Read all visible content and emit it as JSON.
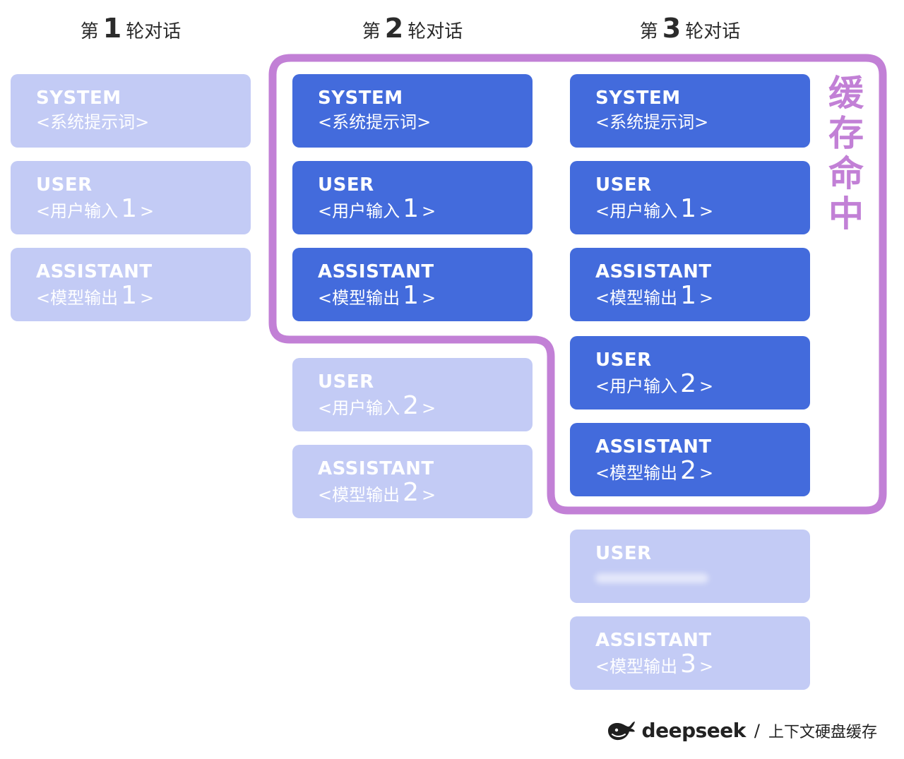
{
  "rounds": [
    {
      "prefix": "第",
      "number": "1",
      "suffix": "轮对话"
    },
    {
      "prefix": "第",
      "number": "2",
      "suffix": "轮对话"
    },
    {
      "prefix": "第",
      "number": "3",
      "suffix": "轮对话"
    }
  ],
  "columns": [
    {
      "cards": [
        {
          "role": "SYSTEM",
          "pre": "<系统提示词>",
          "num": "",
          "post": "",
          "style": "light"
        },
        {
          "role": "USER",
          "pre": "<用户输入",
          "num": "1",
          "post": ">",
          "style": "light"
        },
        {
          "role": "ASSISTANT",
          "pre": "<模型输出",
          "num": "1",
          "post": ">",
          "style": "light"
        }
      ]
    },
    {
      "cards": [
        {
          "role": "SYSTEM",
          "pre": "<系统提示词>",
          "num": "",
          "post": "",
          "style": "dark"
        },
        {
          "role": "USER",
          "pre": "<用户输入",
          "num": "1",
          "post": ">",
          "style": "dark"
        },
        {
          "role": "ASSISTANT",
          "pre": "<模型输出",
          "num": "1",
          "post": ">",
          "style": "dark"
        },
        {
          "role": "USER",
          "pre": "<用户输入",
          "num": "2",
          "post": ">",
          "style": "light"
        },
        {
          "role": "ASSISTANT",
          "pre": "<模型输出",
          "num": "2",
          "post": ">",
          "style": "light"
        }
      ]
    },
    {
      "cards": [
        {
          "role": "SYSTEM",
          "pre": "<系统提示词>",
          "num": "",
          "post": "",
          "style": "dark"
        },
        {
          "role": "USER",
          "pre": "<用户输入",
          "num": "1",
          "post": ">",
          "style": "dark"
        },
        {
          "role": "ASSISTANT",
          "pre": "<模型输出",
          "num": "1",
          "post": ">",
          "style": "dark"
        },
        {
          "role": "USER",
          "pre": "<用户输入",
          "num": "2",
          "post": ">",
          "style": "dark"
        },
        {
          "role": "ASSISTANT",
          "pre": "<模型输出",
          "num": "2",
          "post": ">",
          "style": "dark"
        },
        {
          "role": "USER",
          "pre": "",
          "num": "",
          "post": "",
          "style": "light",
          "blurred": true
        },
        {
          "role": "ASSISTANT",
          "pre": "<模型输出",
          "num": "3",
          "post": ">",
          "style": "light"
        }
      ]
    }
  ],
  "cache_label": "缓存命中",
  "footer": {
    "brand": "deepseek",
    "separator": "/",
    "title": "上下文硬盘缓存"
  },
  "colors": {
    "dark_card": "#436bdc",
    "light_card": "#c3cbf5",
    "cache_outline": "#c280d6"
  }
}
